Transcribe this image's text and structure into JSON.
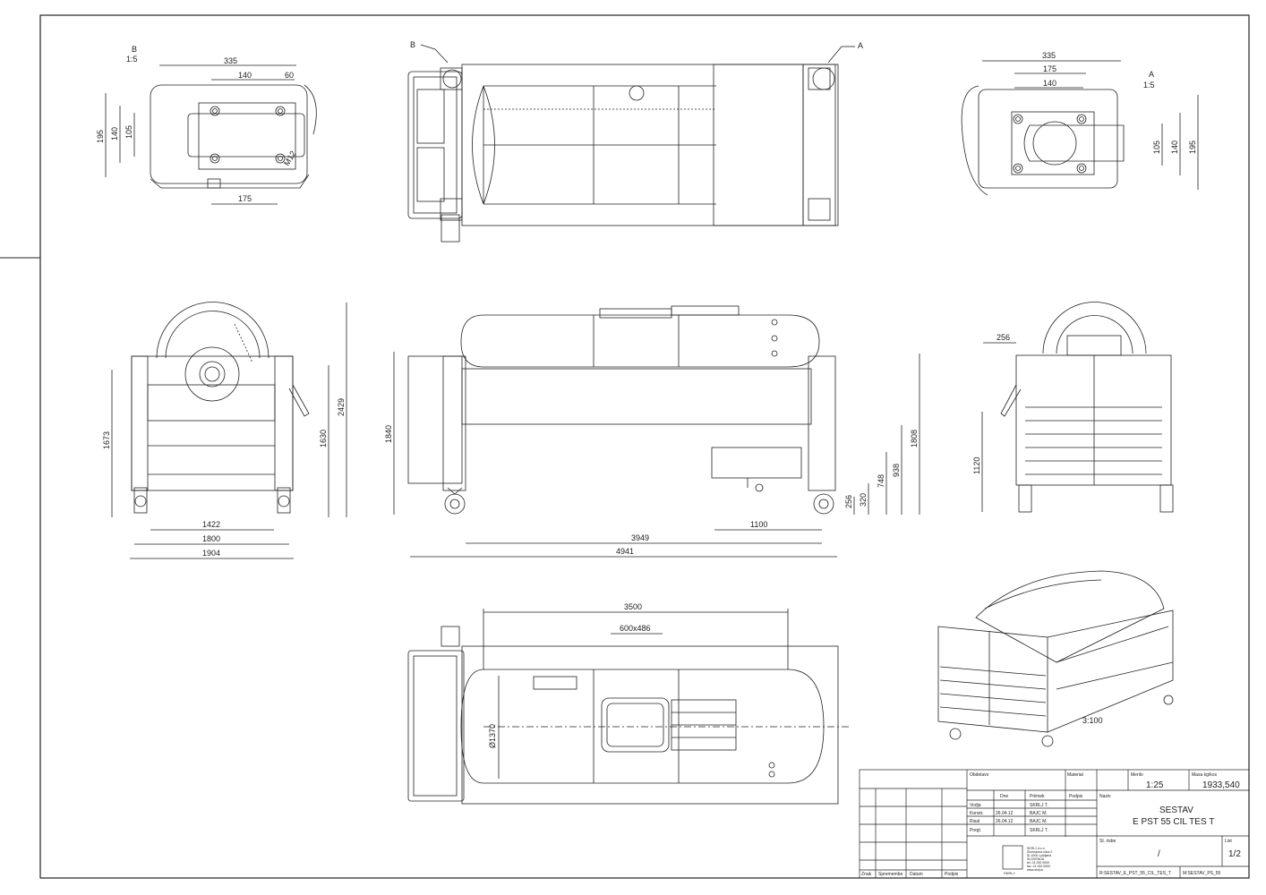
{
  "views": {
    "detail_b": {
      "label": "B",
      "scale": "1:5",
      "dims": {
        "d335": "335",
        "d140": "140",
        "d60": "60",
        "d195": "195",
        "v140": "140",
        "d105": "105",
        "d175": "175",
        "m12": "M12"
      }
    },
    "detail_a": {
      "label": "A",
      "scale": "1:5",
      "dims": {
        "d335": "335",
        "d175": "175",
        "d140": "140",
        "d105": "105",
        "v140": "140",
        "d195": "195"
      }
    },
    "top_view": {
      "callout_b": "B",
      "callout_a": "A"
    },
    "end_view_left": {
      "dims": {
        "d1673": "1673",
        "d1630": "1630",
        "d2429": "2429",
        "d1422": "1422",
        "d1800": "1800",
        "d1904": "1904"
      }
    },
    "side_view": {
      "dims": {
        "d1840": "1840",
        "d1808": "1808",
        "d938": "938",
        "d748": "748",
        "d320": "320",
        "d256": "256",
        "d1100": "1100",
        "d3949": "3949",
        "d4941": "4941"
      }
    },
    "end_view_right": {
      "dims": {
        "d256": "256",
        "d1120": "1120"
      }
    },
    "plan_view": {
      "dims": {
        "d3500": "3500",
        "d600x486": "600x486",
        "d1370": "Ø1370"
      }
    },
    "iso_view": {
      "scale": "3:100"
    }
  },
  "title_block": {
    "obdelovo": "Obdelavo",
    "material": "Material",
    "merilo_label": "Merilo",
    "merilo": "1:25",
    "masa_label": "Masa kg/kos",
    "masa": "1933,540",
    "col_dne": "Dne",
    "col_priimek": "Priimek",
    "col_podpis": "Podpis",
    "rows": [
      {
        "role": "Vodja",
        "date": "",
        "name": "SKRLJ T."
      },
      {
        "role": "Konstr.",
        "date": "26.04.12",
        "name": "BAJC M."
      },
      {
        "role": "Risal",
        "date": "26.04.12",
        "name": "BAJC M."
      },
      {
        "role": "Pregl.",
        "date": "",
        "name": "SKRLJ T."
      }
    ],
    "naziv_label": "Naziv",
    "title1": "SESTAV",
    "title2": "E PST 55 CIL TES T",
    "st_risbe_label": "St. risbe",
    "st_risbe": "/",
    "list_label": "List",
    "list": "1/2",
    "file_left": "R:SESTAV_E_PST_55_CIL_TES_T",
    "file_right": "M:SESTAV_PS_55",
    "rev_znak": "Znak",
    "rev_spremembe": "Spremembe",
    "rev_datum": "Datum",
    "rev_podpis": "Podpis",
    "logo_text": "SKRLJ",
    "company_lines": [
      "SKRLJ d.o.o.",
      "Slomskova ulica 2",
      "SI-1000 Ljubljana",
      "SLOVENIJA",
      "tel. 01 000 0000",
      "fax. 01 000 0000",
      "www.skrlj.si"
    ]
  }
}
